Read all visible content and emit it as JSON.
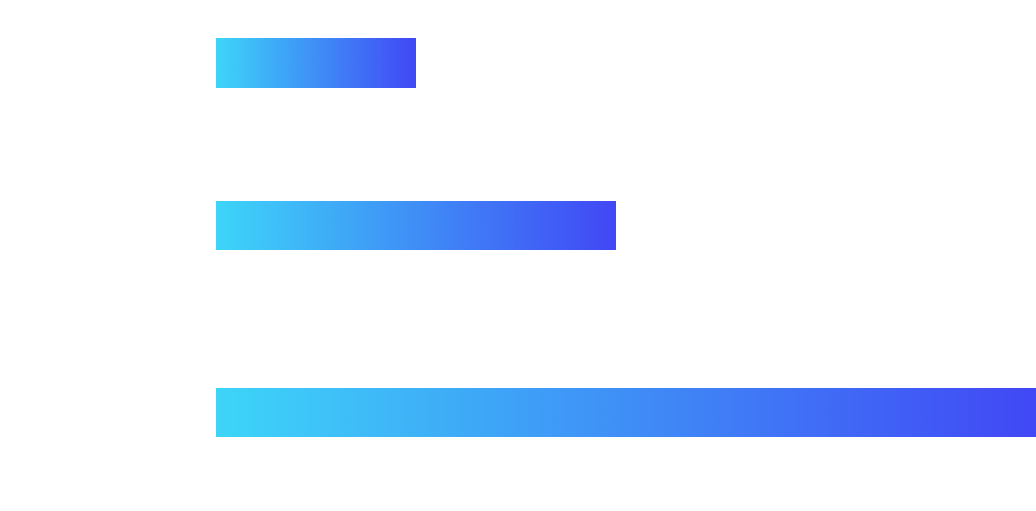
{
  "chart_data": {
    "type": "bar",
    "orientation": "horizontal",
    "title": "",
    "xlabel": "",
    "ylabel": "",
    "categories": [
      "",
      "",
      ""
    ],
    "values": [
      1,
      2,
      4.1
    ],
    "xlim": [
      0,
      4.1
    ],
    "grid": false,
    "legend": "none",
    "colors": {
      "gradient_start": "#3dd5f8",
      "gradient_end": "#4147f5"
    }
  }
}
